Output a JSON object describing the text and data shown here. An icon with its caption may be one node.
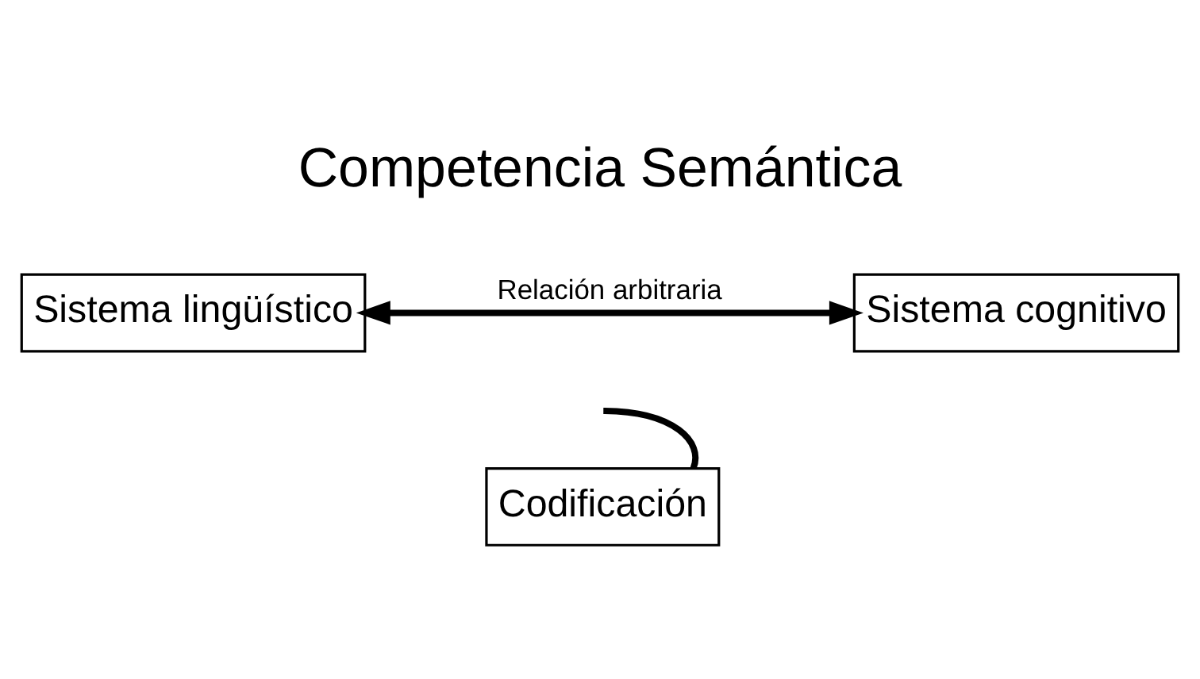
{
  "diagram": {
    "title": "Competencia Semántica",
    "nodes": [
      {
        "text": [
          "Sistema lingüístico"
        ]
      },
      {
        "text": [
          "Sistema cognitivo"
        ]
      },
      {
        "text": [
          "Codificación"
        ]
      }
    ],
    "edges": [
      {
        "from": 0,
        "to": 1,
        "arrow": "both",
        "label": "Relación arbitraria"
      },
      {
        "from": 2,
        "to": null,
        "arrow": "none"
      }
    ]
  }
}
